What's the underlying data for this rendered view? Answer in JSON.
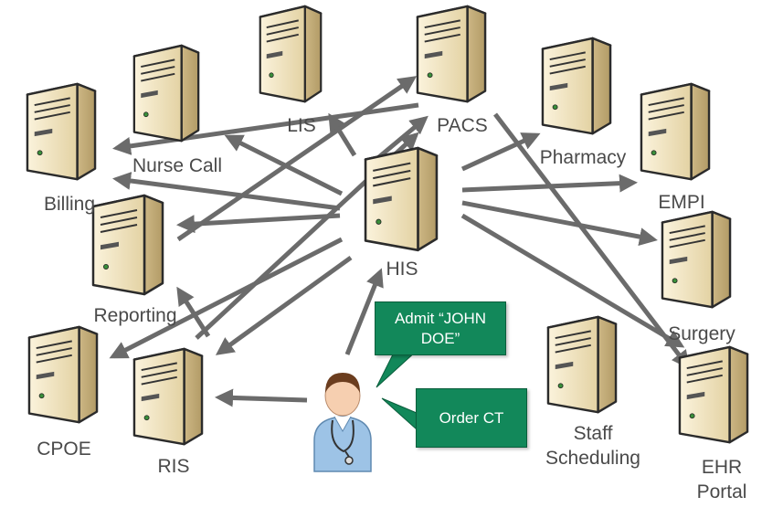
{
  "nodes": [
    {
      "id": "lis",
      "label": "LIS"
    },
    {
      "id": "pacs",
      "label": "PACS"
    },
    {
      "id": "nurse_call",
      "label": "Nurse Call"
    },
    {
      "id": "billing",
      "label": "Billing"
    },
    {
      "id": "pharmacy",
      "label": "Pharmacy"
    },
    {
      "id": "empi",
      "label": "EMPI"
    },
    {
      "id": "his",
      "label": "HIS"
    },
    {
      "id": "reporting",
      "label": "Reporting"
    },
    {
      "id": "surgery",
      "label": "Surgery"
    },
    {
      "id": "cpoe",
      "label": "CPOE"
    },
    {
      "id": "ris",
      "label": "RIS"
    },
    {
      "id": "staff_scheduling",
      "label": "Staff\nScheduling"
    },
    {
      "id": "ehr_portal",
      "label": "EHR\nPortal"
    }
  ],
  "callouts": {
    "admit": "Admit “JOHN\nDOE”",
    "order": "Order CT"
  },
  "colors": {
    "arrow": "#6b6b6b",
    "callout_fill": "#12885a",
    "label_text": "#4a4a4a",
    "server_body": "#f1e5c4",
    "server_shade": "#d6c497"
  },
  "icons": {
    "server": "server-icon",
    "user": "doctor-icon"
  }
}
